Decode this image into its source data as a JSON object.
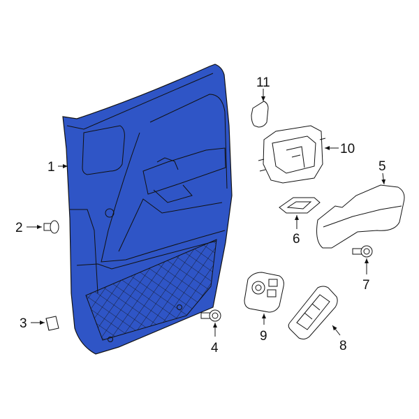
{
  "diagram": {
    "highlight_color": "#2f55c6",
    "outline_color": "#111111",
    "callouts": [
      {
        "number": "1",
        "part": "door-trim-panel",
        "highlighted": true
      },
      {
        "number": "2",
        "part": "push-pin-retainer"
      },
      {
        "number": "3",
        "part": "clip"
      },
      {
        "number": "4",
        "part": "screw"
      },
      {
        "number": "5",
        "part": "armrest"
      },
      {
        "number": "6",
        "part": "bezel"
      },
      {
        "number": "7",
        "part": "screw"
      },
      {
        "number": "8",
        "part": "switch"
      },
      {
        "number": "9",
        "part": "mirror-switch"
      },
      {
        "number": "10",
        "part": "inside-handle"
      },
      {
        "number": "11",
        "part": "cap"
      }
    ]
  }
}
